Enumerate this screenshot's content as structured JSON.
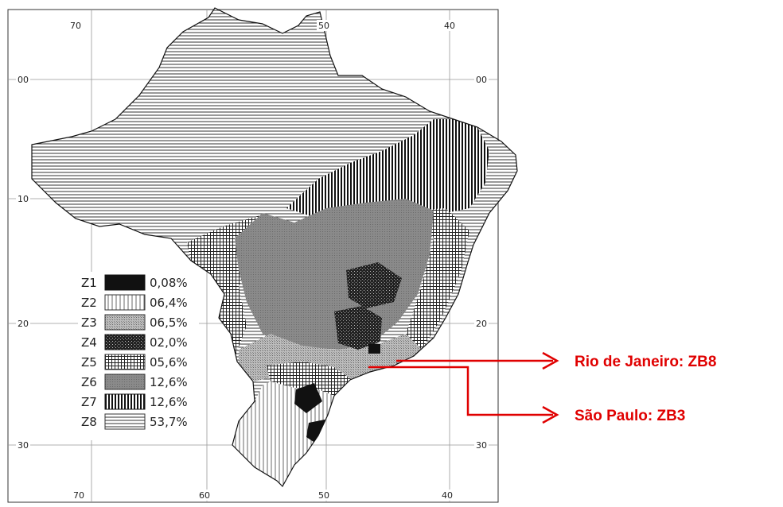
{
  "map": {
    "lon_labels_top": [
      "70",
      "50",
      "40"
    ],
    "lon_labels_bottom": [
      "70",
      "60",
      "50",
      "40"
    ],
    "lat_labels": [
      "00",
      "10",
      "20",
      "30"
    ],
    "legend": [
      {
        "code": "Z1",
        "pct": "0,08%"
      },
      {
        "code": "Z2",
        "pct": "06,4%"
      },
      {
        "code": "Z3",
        "pct": "06,5%"
      },
      {
        "code": "Z4",
        "pct": "02,0%"
      },
      {
        "code": "Z5",
        "pct": "05,6%"
      },
      {
        "code": "Z6",
        "pct": "12,6%"
      },
      {
        "code": "Z7",
        "pct": "12,6%"
      },
      {
        "code": "Z8",
        "pct": "53,7%"
      }
    ]
  },
  "callouts": {
    "rio": "Rio de Janeiro: ZB8",
    "sao_paulo": "São Paulo: ZB3"
  },
  "colors": {
    "callout": "#e00000",
    "dark": "#111111",
    "medium_gray": "#8a8a8a"
  }
}
